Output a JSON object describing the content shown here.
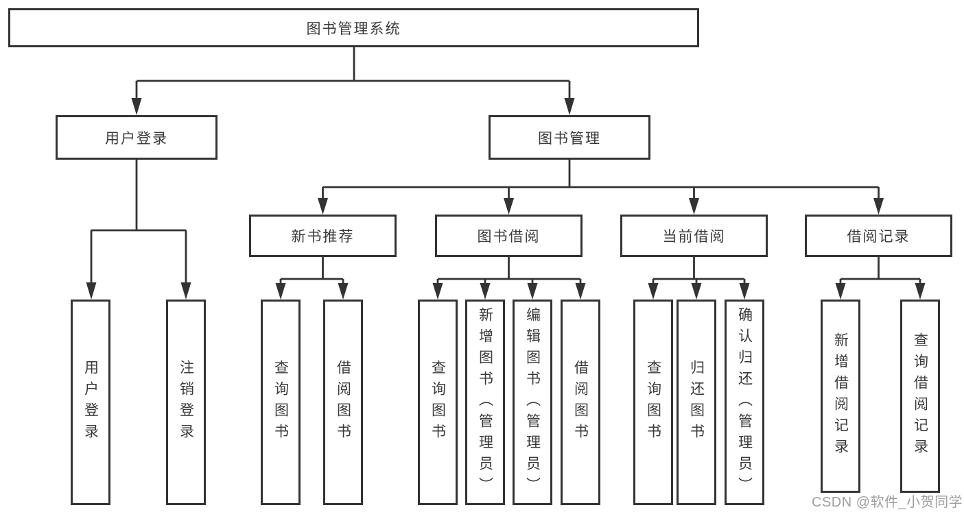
{
  "colors": {
    "line": "#333333",
    "box_border": "#333333",
    "box_background": "#ffffff",
    "text": "#3a3a3a",
    "watermark": "#9e9e9e"
  },
  "watermark": {
    "text": "CSDN @软件_小贺同学"
  },
  "tree": {
    "root": {
      "label": "图书管理系统"
    },
    "branches": [
      {
        "label": "用户登录",
        "children": [
          {
            "label": "用户登录"
          },
          {
            "label": "注销登录"
          }
        ]
      },
      {
        "label": "图书管理",
        "sections": [
          {
            "label": "新书推荐",
            "children": [
              {
                "label": "查询图书"
              },
              {
                "label": "借阅图书"
              }
            ]
          },
          {
            "label": "图书借阅",
            "children": [
              {
                "label": "查询图书"
              },
              {
                "label": "新增图书（管理员）"
              },
              {
                "label": "编辑图书（管理员）"
              },
              {
                "label": "借阅图书"
              }
            ]
          },
          {
            "label": "当前借阅",
            "children": [
              {
                "label": "查询图书"
              },
              {
                "label": "归还图书"
              },
              {
                "label": "确认归还（管理员）"
              }
            ]
          },
          {
            "label": "借阅记录",
            "children": [
              {
                "label": "新增借阅记录"
              },
              {
                "label": "查询借阅记录"
              }
            ]
          }
        ]
      }
    ]
  }
}
